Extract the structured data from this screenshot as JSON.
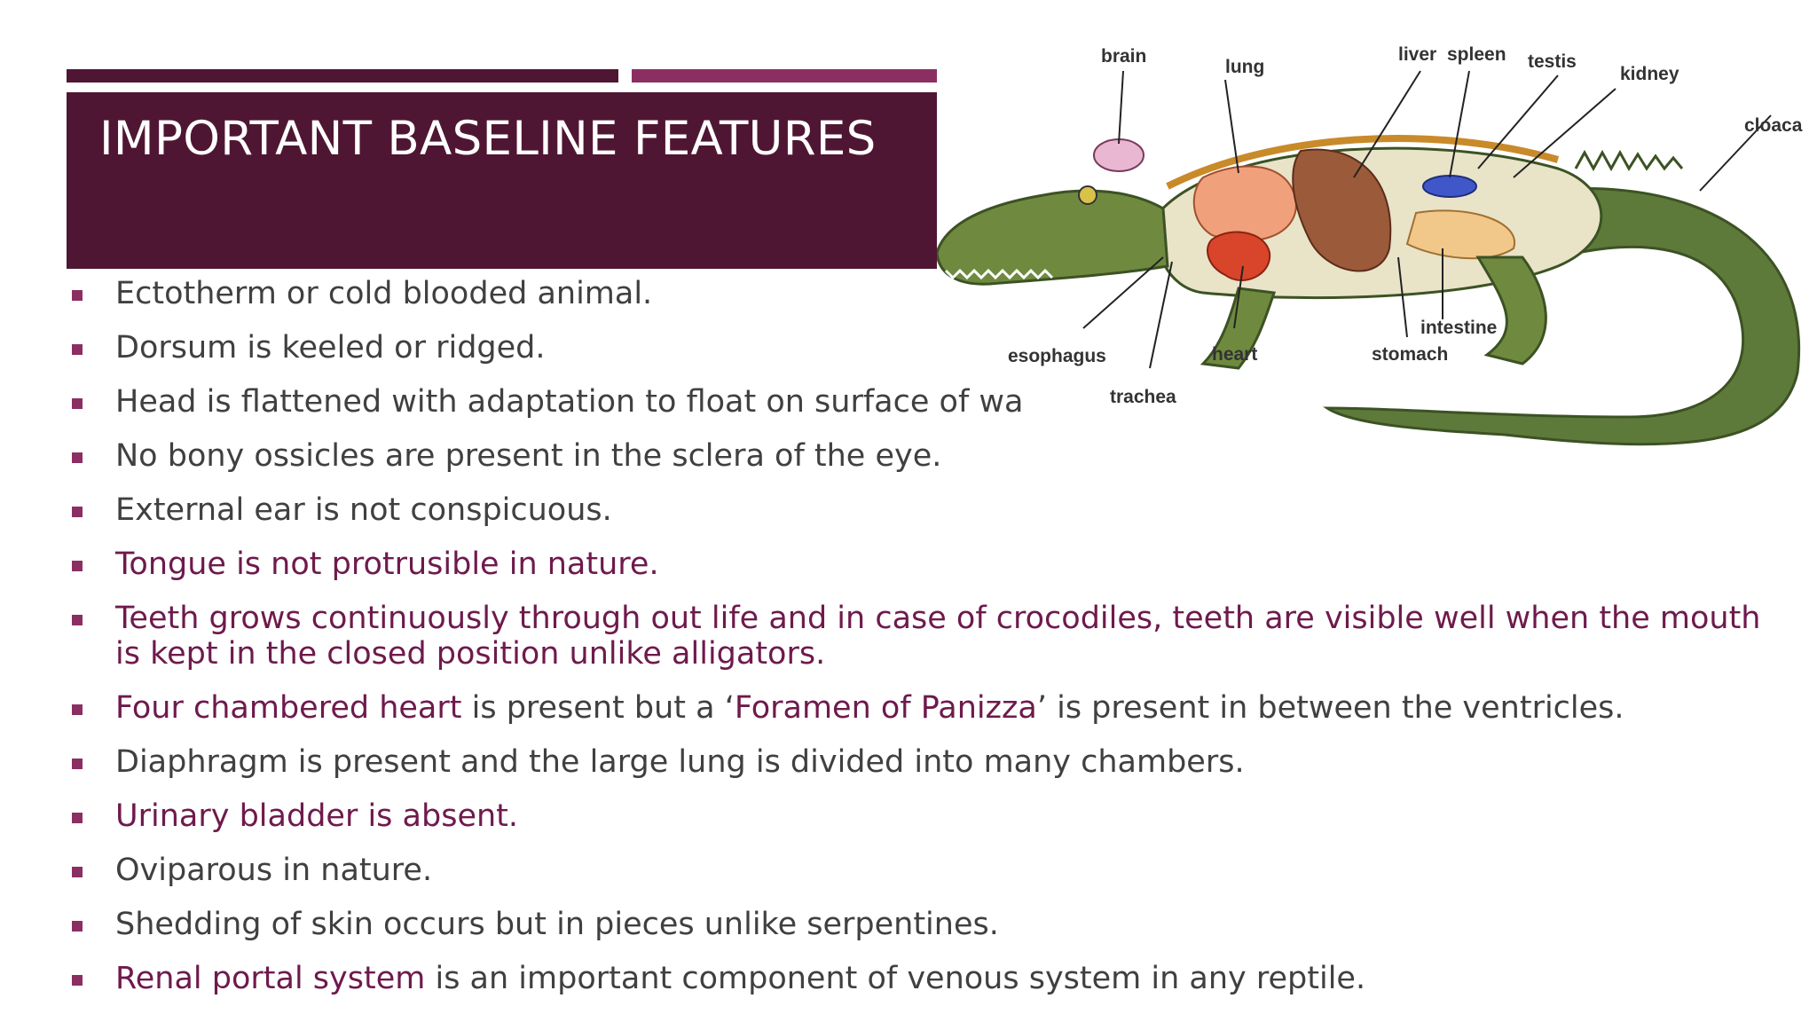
{
  "slide": {
    "title": "IMPORTANT BASELINE FEATURES"
  },
  "figure": {
    "labels": {
      "brain": "brain",
      "lung": "lung",
      "liver": "liver",
      "spleen": "spleen",
      "testis": "testis",
      "kidney": "kidney",
      "cloaca": "cloaca",
      "esophagus": "esophagus",
      "trachea": "trachea",
      "heart": "heart",
      "stomach": "stomach",
      "intestine": "intestine"
    }
  },
  "bullets": [
    {
      "segments": [
        {
          "text": "Ectotherm or cold blooded animal.",
          "highlight": false
        }
      ]
    },
    {
      "segments": [
        {
          "text": "Dorsum is keeled or ridged.",
          "highlight": false
        }
      ]
    },
    {
      "segments": [
        {
          "text": "Head is flattened with adaptation to float on surface of wa",
          "highlight": false
        }
      ]
    },
    {
      "segments": [
        {
          "text": "No bony ossicles are present in the sclera of the eye.",
          "highlight": false
        }
      ]
    },
    {
      "segments": [
        {
          "text": "External ear is not conspicuous.",
          "highlight": false
        }
      ]
    },
    {
      "segments": [
        {
          "text": "Tongue is not protrusible in nature.",
          "highlight": true
        }
      ]
    },
    {
      "segments": [
        {
          "text": "Teeth grows continuously through out life and in case of crocodiles, teeth are visible well when the mouth is kept in the closed position unlike alligators.",
          "highlight": true
        }
      ]
    },
    {
      "segments": [
        {
          "text": "Four chambered heart",
          "highlight": true
        },
        {
          "text": " is present but a ‘",
          "highlight": false
        },
        {
          "text": "Foramen of Panizza",
          "highlight": true
        },
        {
          "text": "’ is present in between the ventricles.",
          "highlight": false
        }
      ]
    },
    {
      "segments": [
        {
          "text": "Diaphragm is present and the large lung is divided into many chambers.",
          "highlight": false
        }
      ]
    },
    {
      "segments": [
        {
          "text": "Urinary bladder is absent.",
          "highlight": true
        }
      ]
    },
    {
      "segments": [
        {
          "text": "Oviparous in nature.",
          "highlight": false
        }
      ]
    },
    {
      "segments": [
        {
          "text": "Shedding of skin occurs but in pieces unlike serpentines.",
          "highlight": false
        }
      ]
    },
    {
      "segments": [
        {
          "text": "Renal portal system",
          "highlight": true
        },
        {
          "text": " is an important component of venous system in any reptile.",
          "highlight": false
        }
      ]
    }
  ],
  "colors": {
    "accent_dark": "#4f1633",
    "accent_light": "#8b2f63",
    "highlight_text": "#6e1a4c",
    "body_text": "#404040"
  }
}
